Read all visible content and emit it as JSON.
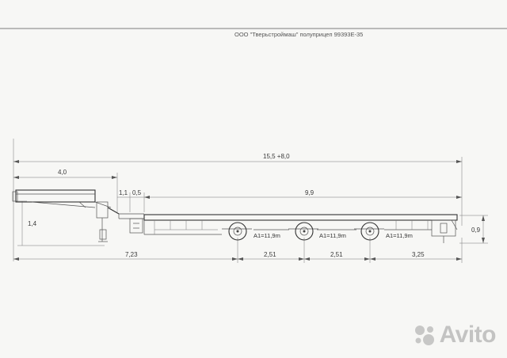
{
  "header": {
    "title": "ООО \"Тверьстроймаш\" полуприцеп 99393Е-35"
  },
  "dimensions": {
    "overall_length": "15,5 +8,0",
    "gooseneck_length": "4,0",
    "gap_a": "1,1",
    "gap_b": "0,5",
    "platform_length": "9,9",
    "gooseneck_height": "1,4",
    "deck_height": "0,9",
    "kingpin_to_axle1": "7,23",
    "axle_spacing_1": "2,51",
    "axle_spacing_2": "2,51",
    "rear_overhang": "3,25"
  },
  "axles": [
    {
      "label": "A1=11,9m"
    },
    {
      "label": "A1=11,9m"
    },
    {
      "label": "A1=11,9m"
    }
  ],
  "watermark": {
    "text": "Avito",
    "icon": "avito-dots-icon"
  }
}
